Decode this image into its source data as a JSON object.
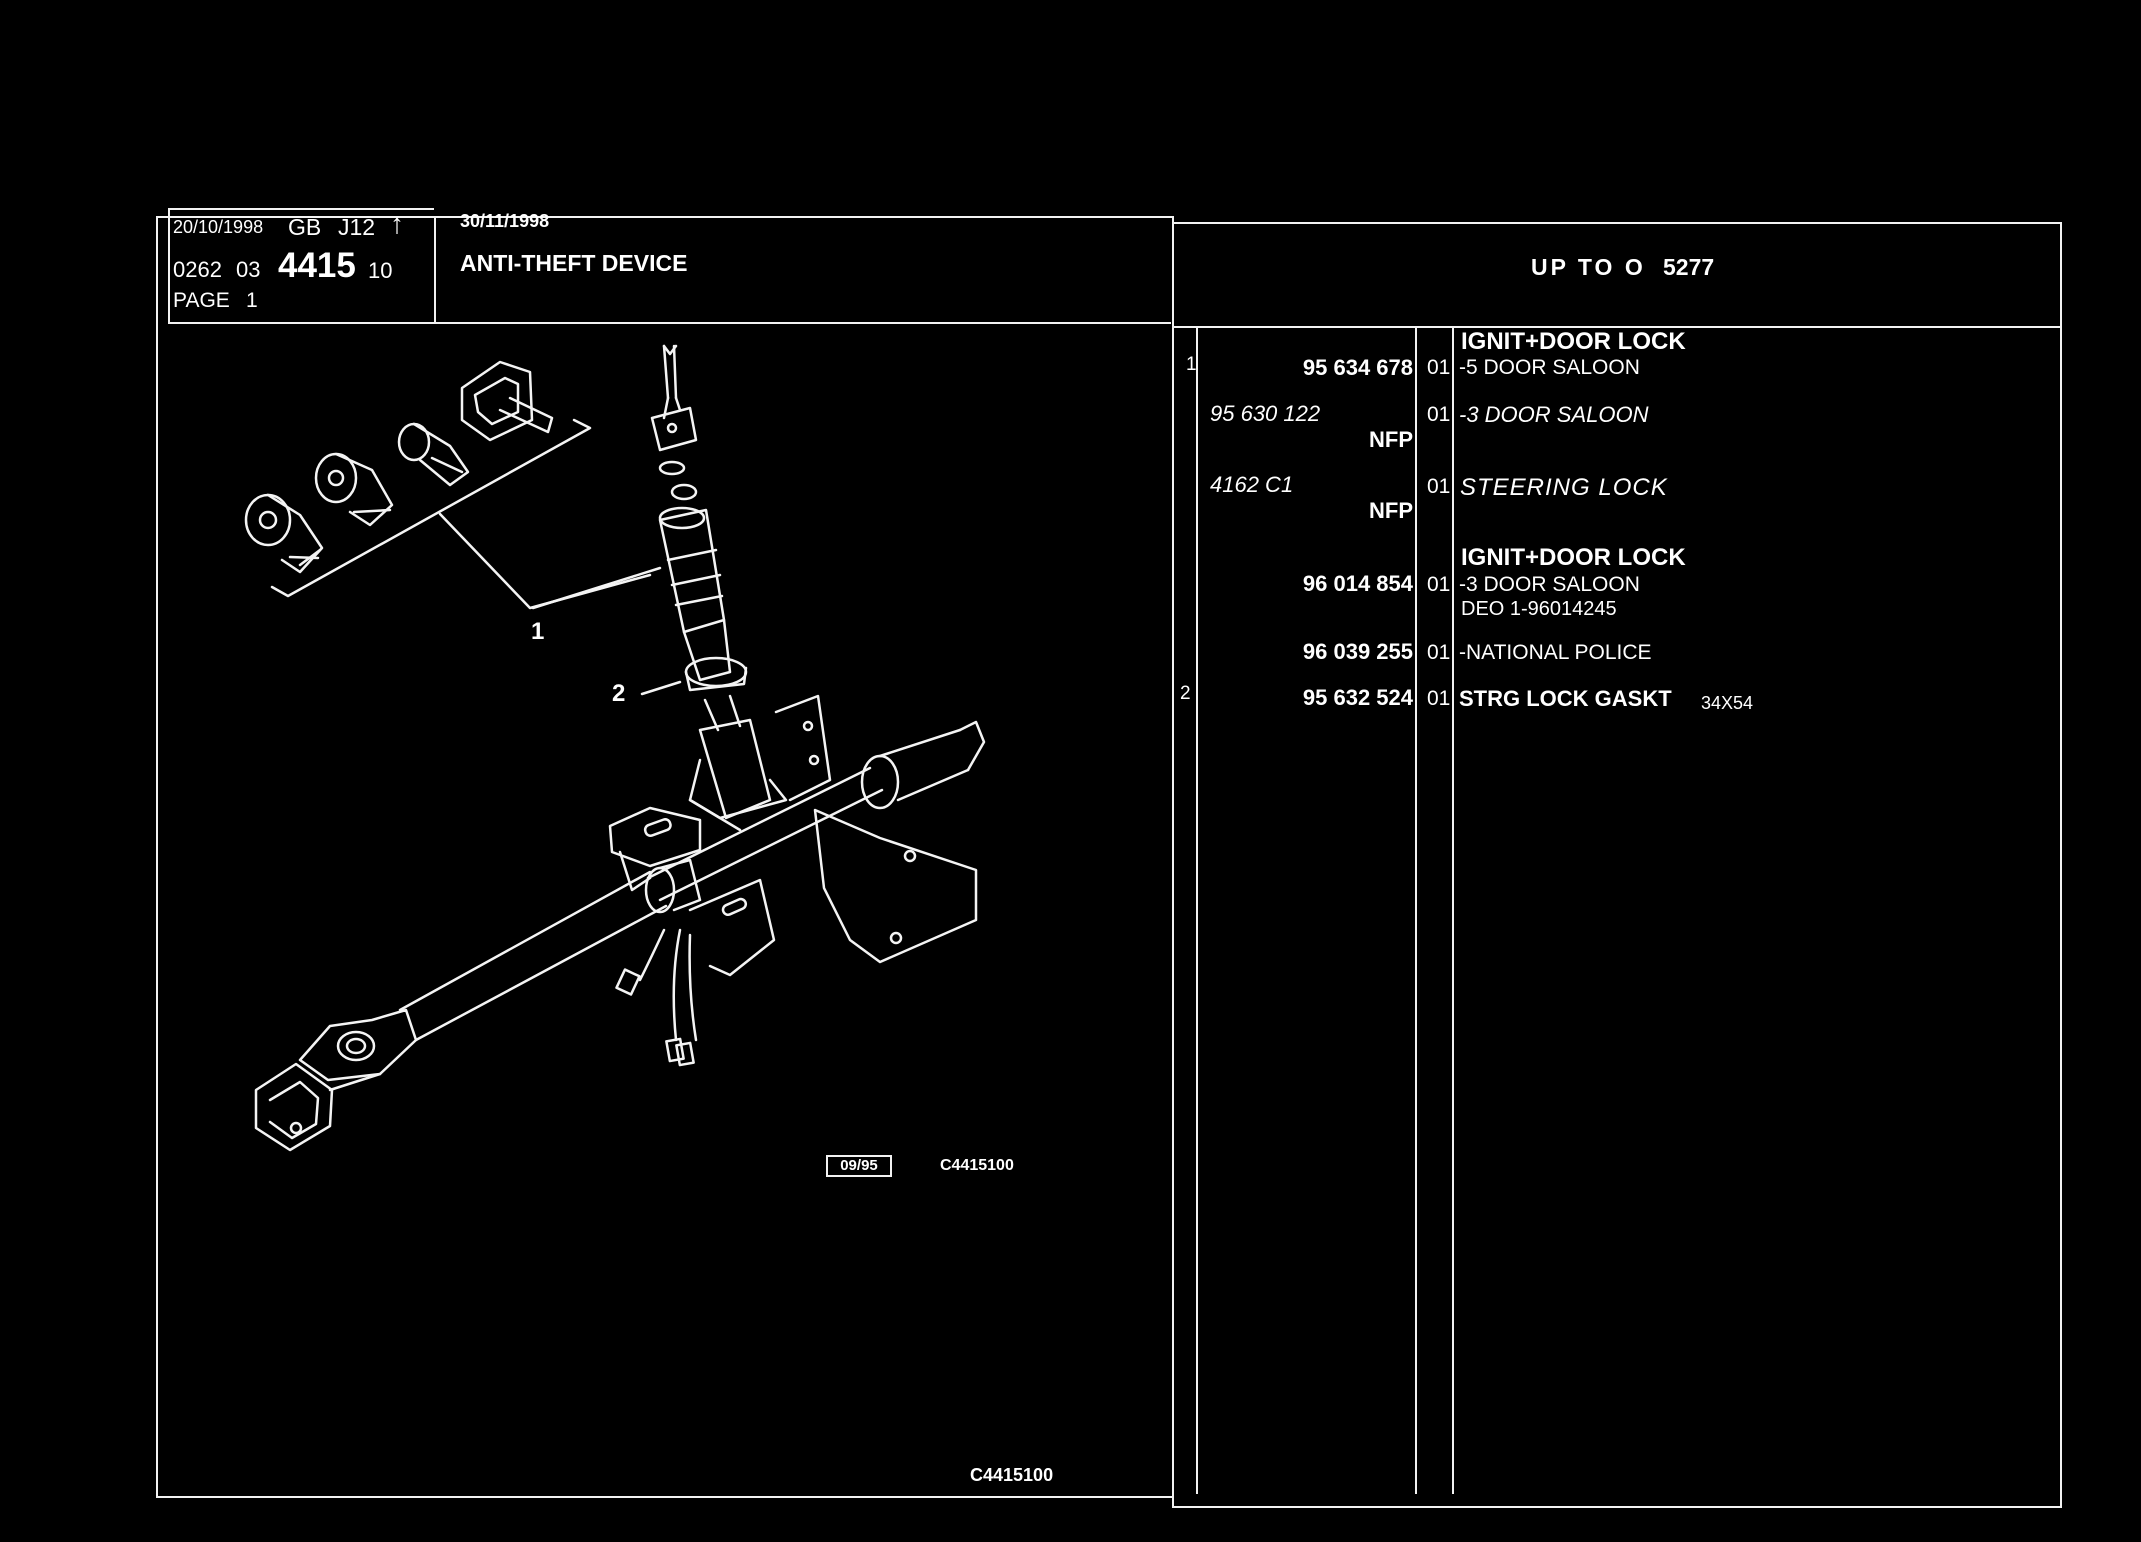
{
  "header": {
    "date_left": "20/10/1998",
    "market": "GB",
    "model": "J12",
    "arrow_icon": "up-arrow-icon",
    "catalog_prefix": "0262",
    "catalog_group": "03",
    "catalog_number": "4415",
    "catalog_suffix": "10",
    "page_label": "PAGE",
    "page_number": "1",
    "date_right": "30/11/1998",
    "title": "ANTI-THEFT DEVICE",
    "validity": "UP TO O",
    "validity_number": "5277"
  },
  "diagram": {
    "callout_1": "1",
    "callout_2": "2",
    "date_box": "09/95",
    "ref_code": "C4415100",
    "footer_code": "C4415100"
  },
  "parts": [
    {
      "item": "1",
      "part_number": "95 634 678",
      "qty": "01",
      "desc_head": "IGNIT+DOOR LOCK",
      "desc": "-5 DOOR SALOON",
      "italic": false
    },
    {
      "item": "",
      "part_number": "95 630 122",
      "nfp": "NFP",
      "qty": "01",
      "desc": "-3 DOOR SALOON",
      "italic": true
    },
    {
      "item": "",
      "part_number": "4162 C1",
      "nfp": "NFP",
      "qty": "01",
      "desc": "STEERING LOCK",
      "italic": true
    },
    {
      "item": "",
      "part_number": "96 014 854",
      "qty": "01",
      "desc_head": "IGNIT+DOOR LOCK",
      "desc": "-3 DOOR SALOON",
      "desc_extra": "DEO 1-96014245",
      "italic": false
    },
    {
      "item": "",
      "part_number": "96 039 255",
      "qty": "01",
      "desc": "-NATIONAL POLICE",
      "italic": false
    },
    {
      "item": "2",
      "part_number": "95 632 524",
      "qty": "01",
      "desc": "STRG LOCK GASKT",
      "desc_size": "34X54",
      "italic": false
    }
  ]
}
